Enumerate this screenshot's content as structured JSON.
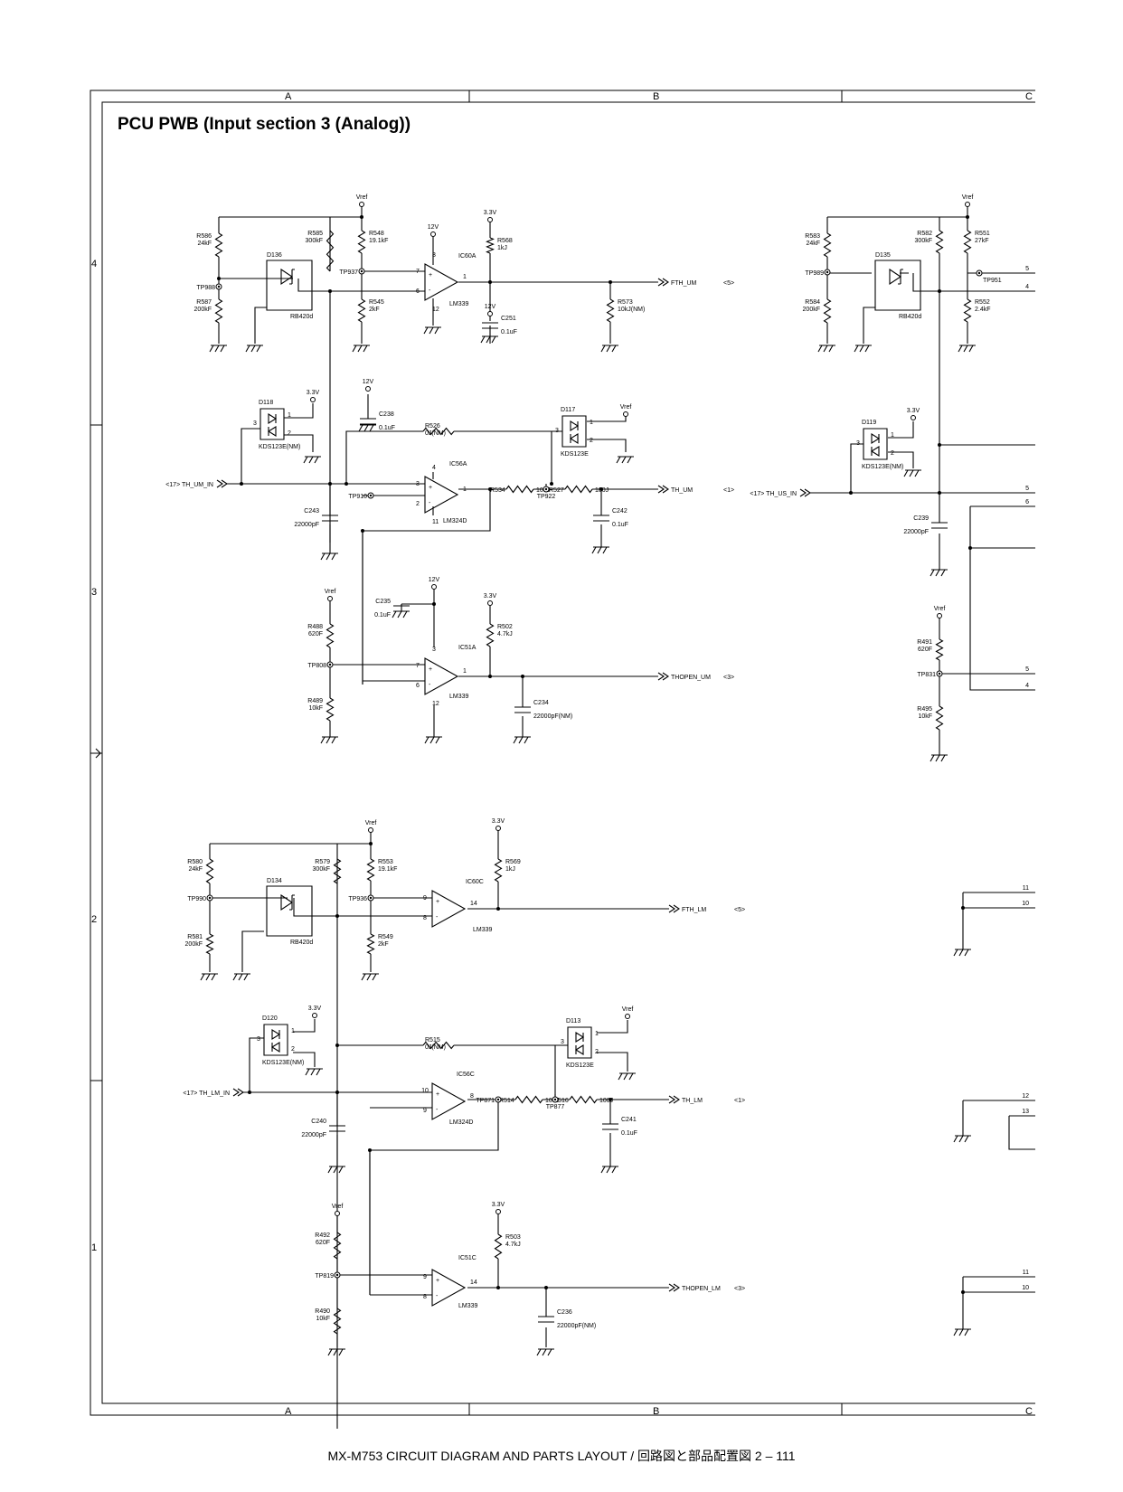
{
  "title": "PCU PWB (Input section 3 (Analog))",
  "footer": "MX-M753  CIRCUIT DIAGRAM AND PARTS LAYOUT / 回路図と部品配置図  2 –  111",
  "zones": {
    "cols": [
      "A",
      "B",
      "C"
    ],
    "rows": [
      "4",
      "3",
      "2",
      "1"
    ]
  },
  "components": [
    {
      "ref": "Vref",
      "sch": "um-fth"
    },
    {
      "ref": "3.3V"
    },
    {
      "ref": "12V"
    },
    {
      "ref": "R586",
      "value": "24kF"
    },
    {
      "ref": "R587",
      "value": "200kF"
    },
    {
      "ref": "R585",
      "value": "300kF"
    },
    {
      "ref": "R548",
      "value": "19.1kF"
    },
    {
      "ref": "R545",
      "value": "2kF"
    },
    {
      "ref": "R568",
      "value": "1kJ"
    },
    {
      "ref": "R573",
      "value": "10kJ(NM)"
    },
    {
      "ref": "C251",
      "value": "0.1uF"
    },
    {
      "ref": "D136",
      "value": "RB420d"
    },
    {
      "ref": "IC60A",
      "value": "LM339"
    },
    {
      "ref": "TP988"
    },
    {
      "ref": "TP937"
    },
    {
      "ref": "D118",
      "value": "KDS123E(NM)"
    },
    {
      "ref": "C238",
      "value": "0.1uF"
    },
    {
      "ref": "R526",
      "value": "0J(NM)"
    },
    {
      "ref": "D117",
      "value": "KDS123E"
    },
    {
      "ref": "IC56A",
      "value": "LM324D"
    },
    {
      "ref": "R534",
      "value": "100J"
    },
    {
      "ref": "R527",
      "value": "100J"
    },
    {
      "ref": "C242",
      "value": "0.1uF"
    },
    {
      "ref": "C243",
      "value": "22000pF"
    },
    {
      "ref": "TP910"
    },
    {
      "ref": "TP922"
    },
    {
      "ref": "C235",
      "value": "0.1uF"
    },
    {
      "ref": "R488",
      "value": "620F"
    },
    {
      "ref": "R489",
      "value": "10kF"
    },
    {
      "ref": "R502",
      "value": "4.7kJ"
    },
    {
      "ref": "IC51A",
      "value": "LM339"
    },
    {
      "ref": "C234",
      "value": "22000pF(NM)"
    },
    {
      "ref": "TP808"
    },
    {
      "ref": "R583",
      "value": "24kF"
    },
    {
      "ref": "R582",
      "value": "300kF"
    },
    {
      "ref": "R551",
      "value": "27kF"
    },
    {
      "ref": "R584",
      "value": "200kF"
    },
    {
      "ref": "R552",
      "value": "2.4kF"
    },
    {
      "ref": "D135",
      "value": "RB420d"
    },
    {
      "ref": "TP989"
    },
    {
      "ref": "TP951"
    },
    {
      "ref": "D119",
      "value": "KDS123E(NM)"
    },
    {
      "ref": "C239",
      "value": "22000pF"
    },
    {
      "ref": "R491",
      "value": "620F"
    },
    {
      "ref": "R495",
      "value": "10kF"
    },
    {
      "ref": "TP831"
    },
    {
      "ref": "R580",
      "value": "24kF"
    },
    {
      "ref": "R581",
      "value": "200kF"
    },
    {
      "ref": "R579",
      "value": "300kF"
    },
    {
      "ref": "R553",
      "value": "19.1kF"
    },
    {
      "ref": "R549",
      "value": "2kF"
    },
    {
      "ref": "R569",
      "value": "1kJ"
    },
    {
      "ref": "D134",
      "value": "RB420d"
    },
    {
      "ref": "IC60C",
      "value": "LM339"
    },
    {
      "ref": "TP990"
    },
    {
      "ref": "TP936"
    },
    {
      "ref": "D120",
      "value": "KDS123E(NM)"
    },
    {
      "ref": "R515",
      "value": "0J(NM)"
    },
    {
      "ref": "D113",
      "value": "KDS123E"
    },
    {
      "ref": "IC56C",
      "value": "LM324D"
    },
    {
      "ref": "R514",
      "value": "100J"
    },
    {
      "ref": "R516",
      "value": "100J"
    },
    {
      "ref": "C241",
      "value": "0.1uF"
    },
    {
      "ref": "C240",
      "value": "22000pF"
    },
    {
      "ref": "TP871"
    },
    {
      "ref": "TP877"
    },
    {
      "ref": "R492",
      "value": "620F"
    },
    {
      "ref": "R490",
      "value": "10kF"
    },
    {
      "ref": "R503",
      "value": "4.7kJ"
    },
    {
      "ref": "IC51C",
      "value": "LM339"
    },
    {
      "ref": "C236",
      "value": "22000pF(NM)"
    },
    {
      "ref": "TP819"
    }
  ],
  "signals": [
    {
      "name": "FTH_UM",
      "ref": "<5>"
    },
    {
      "name": "TH_UM",
      "ref": "<1>"
    },
    {
      "name": "THOPEN_UM",
      "ref": "<3>"
    },
    {
      "name": "TH_UM_IN",
      "ref": "<17>"
    },
    {
      "name": "TH_US_IN",
      "ref": "<17>"
    },
    {
      "name": "FTH_LM",
      "ref": "<5>"
    },
    {
      "name": "TH_LM",
      "ref": "<1>"
    },
    {
      "name": "THOPEN_LM",
      "ref": "<3>"
    },
    {
      "name": "TH_LM_IN",
      "ref": "<17>"
    }
  ]
}
